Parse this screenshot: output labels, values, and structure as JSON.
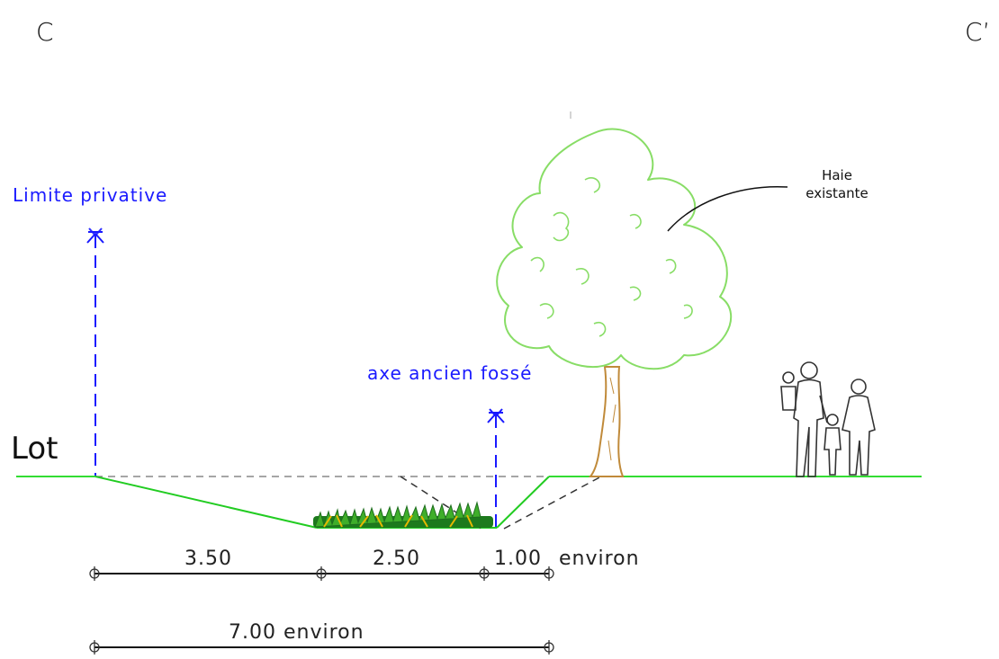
{
  "section": {
    "start_label": "C",
    "end_label": "C’"
  },
  "labels": {
    "lot": "Lot",
    "limite_privative": "Limite  privative",
    "axe_ancien_fosse": "axe  ancien  fossé",
    "haie_line1": "Haie",
    "haie_line2": "existante"
  },
  "dimensions": {
    "d1": "3.50",
    "d2": "2.50",
    "d3": "1.00",
    "d3_suffix": "environ",
    "total": "7.00  environ"
  },
  "colors": {
    "ground": "#33dd33",
    "ditch_green": "#22cc22",
    "vegetation": "#88dd66",
    "trunk": "#c08a3a",
    "axis_blue": "#1a1aff",
    "dashed_gray": "#888888",
    "text": "#111111"
  },
  "icons": [
    "tree-icon",
    "people-icon",
    "ditch-vegetation-icon"
  ]
}
